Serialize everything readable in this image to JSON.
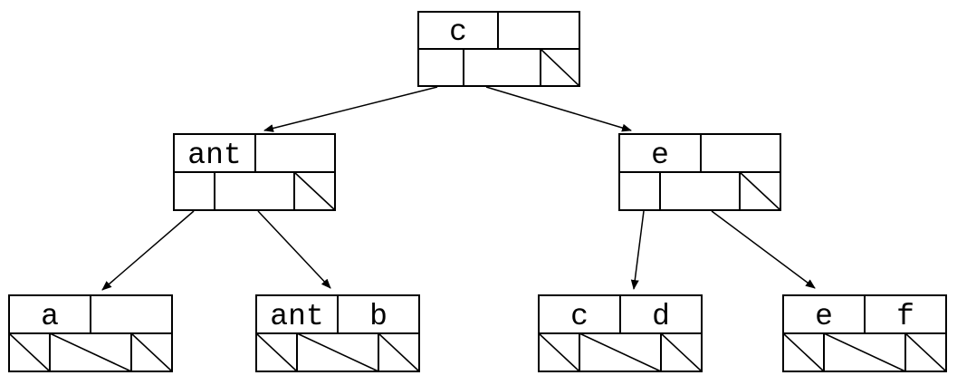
{
  "figure": {
    "kind": "tree-diagram",
    "colors": {
      "stroke": "#000000",
      "background": "#ffffff"
    }
  },
  "nodes": {
    "root": {
      "keys": [
        "c",
        ""
      ],
      "nil_pointers": [
        3
      ]
    },
    "left": {
      "keys": [
        "ant",
        ""
      ],
      "nil_pointers": [
        3
      ]
    },
    "right": {
      "keys": [
        "e",
        ""
      ],
      "nil_pointers": [
        3
      ]
    },
    "leaf_a": {
      "keys": [
        "a",
        ""
      ],
      "nil_pointers": [
        1,
        2,
        3
      ]
    },
    "leaf_ant_b": {
      "keys": [
        "ant",
        "b"
      ],
      "nil_pointers": [
        1,
        2,
        3
      ]
    },
    "leaf_c_d": {
      "keys": [
        "c",
        "d"
      ],
      "nil_pointers": [
        1,
        2,
        3
      ]
    },
    "leaf_e_f": {
      "keys": [
        "e",
        "f"
      ],
      "nil_pointers": [
        1,
        2,
        3
      ]
    }
  },
  "edges": [
    {
      "from": "root",
      "to": "left"
    },
    {
      "from": "root",
      "to": "right"
    },
    {
      "from": "left",
      "to": "leaf_a"
    },
    {
      "from": "left",
      "to": "leaf_ant_b"
    },
    {
      "from": "right",
      "to": "leaf_c_d"
    },
    {
      "from": "right",
      "to": "leaf_e_f"
    }
  ]
}
